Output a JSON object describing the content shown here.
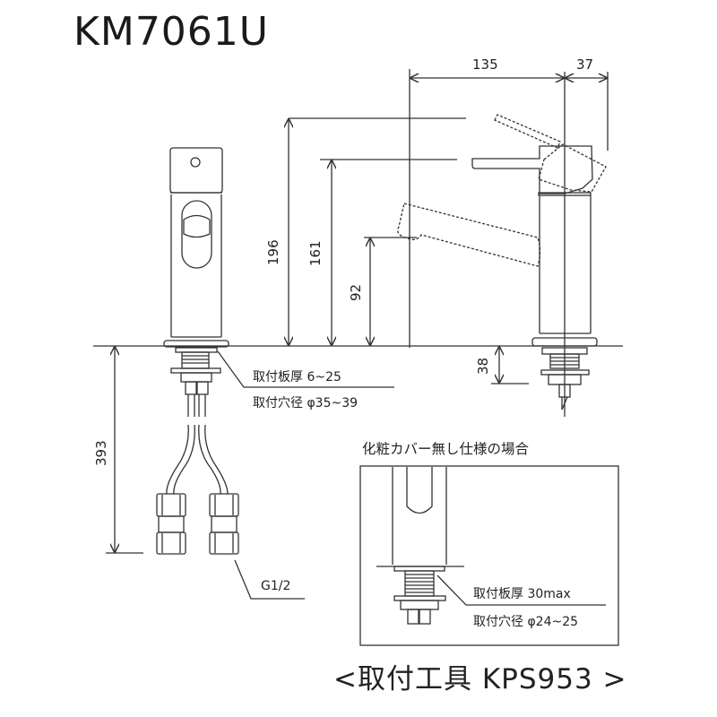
{
  "title": "KM7061U",
  "dimensions": {
    "spout_reach": "135",
    "lever_offset": "37",
    "total_height": "196",
    "lever_height": "161",
    "spout_height": "92",
    "under_counter_shank": "38",
    "hose_length": "393"
  },
  "notes": {
    "plate_thickness": "取付板厚 6~25",
    "hole_diameter": "取付穴径 φ35~39",
    "connection": "G1/2"
  },
  "inset": {
    "title": "化粧カバー無し仕様の場合",
    "plate_thickness": "取付板厚 30max",
    "hole_diameter": "取付穴径 φ24~25"
  },
  "mounting_kit": "<取付工具 KPS953 >",
  "colors": {
    "line": "#333333",
    "background": "#ffffff"
  }
}
